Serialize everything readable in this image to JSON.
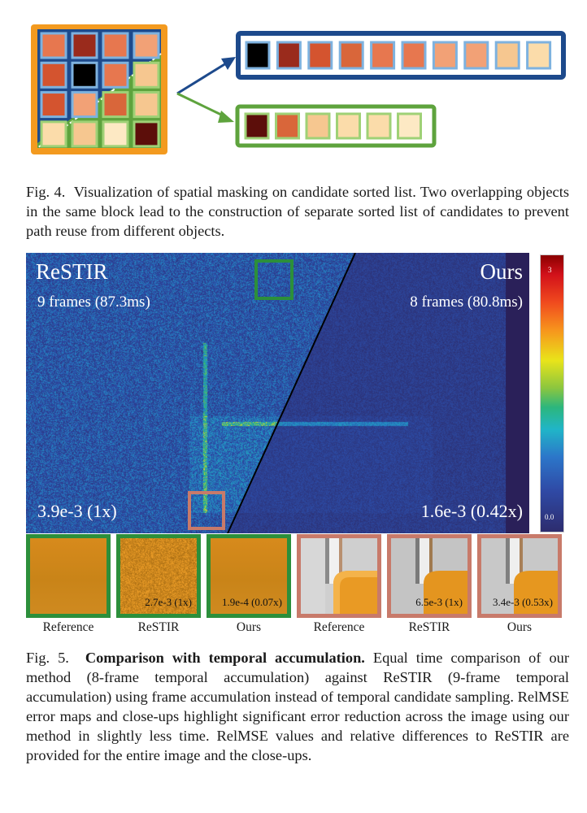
{
  "fig4": {
    "caption_label": "Fig. 4.",
    "caption_text": "Visualization of spatial masking on candidate sorted list. Two overlapping objects in the same block lead to the construction of separate sorted list of candidates to prevent path reuse from different objects.",
    "grid_colors": [
      [
        "#e7774f",
        "#9a2b1c",
        "#e7774f",
        "#f2a176"
      ],
      [
        "#d4542f",
        "#000000",
        "#e7774f",
        "#f6c790"
      ],
      [
        "#d4542f",
        "#f2a176",
        "#d9663a",
        "#f6c790"
      ],
      [
        "#fbdcaa",
        "#f6c790",
        "#fde9c4",
        "#5c0e0a"
      ]
    ],
    "blue_list_colors": [
      "#000000",
      "#9a2b1c",
      "#d4542f",
      "#d9663a",
      "#e7774f",
      "#e7774f",
      "#f2a176",
      "#f2a176",
      "#f6c790",
      "#fbdcaa"
    ],
    "green_list_colors": [
      "#5c0e0a",
      "#d9663a",
      "#f6c790",
      "#fbdcaa",
      "#fbdcaa",
      "#fde9c4"
    ],
    "colors": {
      "orange": "#f39a1f",
      "blue": "#1d4a8c",
      "light_blue": "#7eb2df",
      "green": "#5ea33d",
      "light_green": "#9fd176"
    }
  },
  "fig5": {
    "left_title": "ReSTIR",
    "left_frames": "9 frames (87.3ms)",
    "left_error": "3.9e-3 (1x)",
    "right_title": "Ours",
    "right_frames": "8 frames (80.8ms)",
    "right_error": "1.6e-3 (0.42x)",
    "colorbar": {
      "max": "3",
      "min": "0.0"
    },
    "closeups": [
      {
        "label": "Reference",
        "value": "",
        "group": "green"
      },
      {
        "label": "ReSTIR",
        "value": "2.7e-3 (1x)",
        "group": "green"
      },
      {
        "label": "Ours",
        "value": "1.9e-4 (0.07x)",
        "group": "green"
      },
      {
        "label": "Reference",
        "value": "",
        "group": "red"
      },
      {
        "label": "ReSTIR",
        "value": "6.5e-3 (1x)",
        "group": "red"
      },
      {
        "label": "Ours",
        "value": "3.4e-3 (0.53x)",
        "group": "red"
      }
    ],
    "caption_label": "Fig. 5.",
    "caption_bold": "Comparison with temporal accumulation.",
    "caption_text": "Equal time comparison of our method (8-frame temporal accumulation) against ReSTIR (9-frame temporal accumulation) using frame accumulation instead of temporal candidate sampling. RelMSE error maps and close-ups highlight significant error reduction across the image using our method in slightly less time. RelMSE values and relative differences to ReSTIR are provided for the entire image and the close-ups."
  }
}
